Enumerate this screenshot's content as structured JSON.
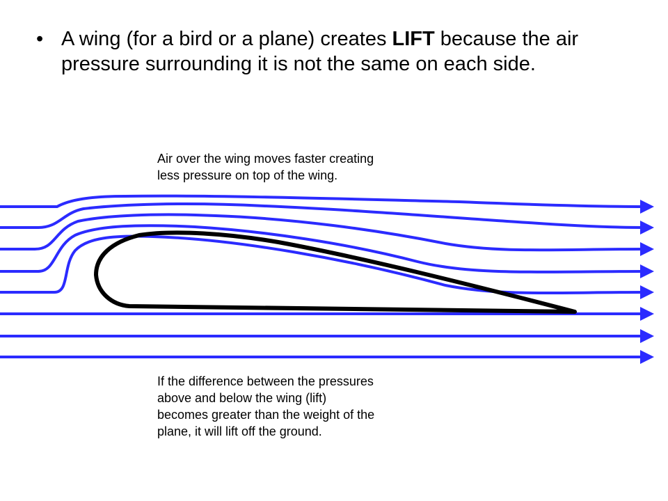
{
  "slide": {
    "bullet": {
      "symbol": "•",
      "text_before": "A wing (for a bird or a plane) creates ",
      "emphasis": "LIFT",
      "text_after": " because the air pressure surrounding it is not the same on each side."
    },
    "caption_top": {
      "line1": "Air over the wing moves faster creating",
      "line2": "less pressure on top of the wing."
    },
    "caption_bottom": {
      "line1": "If the difference between the pressures",
      "line2": "above and below the wing  (lift)",
      "line3": "becomes greater than the weight of the",
      "line4": "plane, it will lift off the ground."
    }
  },
  "diagram": {
    "airflow_color": "#2b2bff",
    "wing_color": "#000000",
    "airflow_line_count": 8
  }
}
